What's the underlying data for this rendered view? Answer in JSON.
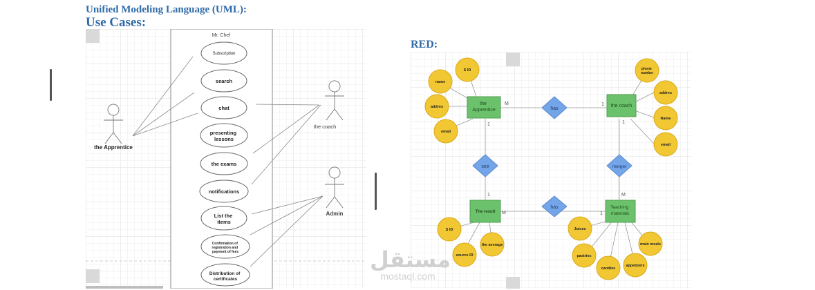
{
  "headings": {
    "uml_title": "Unified Modeling Language (UML):",
    "use_cases": "Use Cases:",
    "red": "RED:"
  },
  "use_case": {
    "system_name": "Mr. Chef",
    "cases": [
      "Subscription",
      "search",
      "chat",
      "presenting lessons",
      "the exams",
      "notifications",
      "List the items",
      "Confirmation of registration and payment of fees",
      "Distribution of certificates"
    ],
    "actors": [
      "the Apprentice",
      "the coach",
      "Admin"
    ]
  },
  "er": {
    "entities": [
      "the Apprentice",
      "the coach",
      "The result",
      "Teaching materials"
    ],
    "relationships": [
      "has",
      "see",
      "merger",
      "has"
    ],
    "attributes": {
      "apprentice": [
        "S ID",
        "name",
        "addres",
        "email"
      ],
      "coach": [
        "phone number",
        "addres",
        "Name",
        "email"
      ],
      "result": [
        "S ID",
        "the average",
        "source ID"
      ],
      "teaching": [
        "Juices",
        "main meals",
        "pastries",
        "candies",
        "appetizers"
      ]
    },
    "cardinalities": [
      "M",
      "1",
      "1",
      "1",
      "1",
      "M",
      "M",
      "1"
    ]
  },
  "watermark": {
    "arabic": "مستقل",
    "latin": "mostaql.com"
  },
  "colors": {
    "heading": "#2f6aa8",
    "entity": "#6cc26c",
    "relationship": "#74a5e8",
    "attribute": "#f2c734"
  }
}
